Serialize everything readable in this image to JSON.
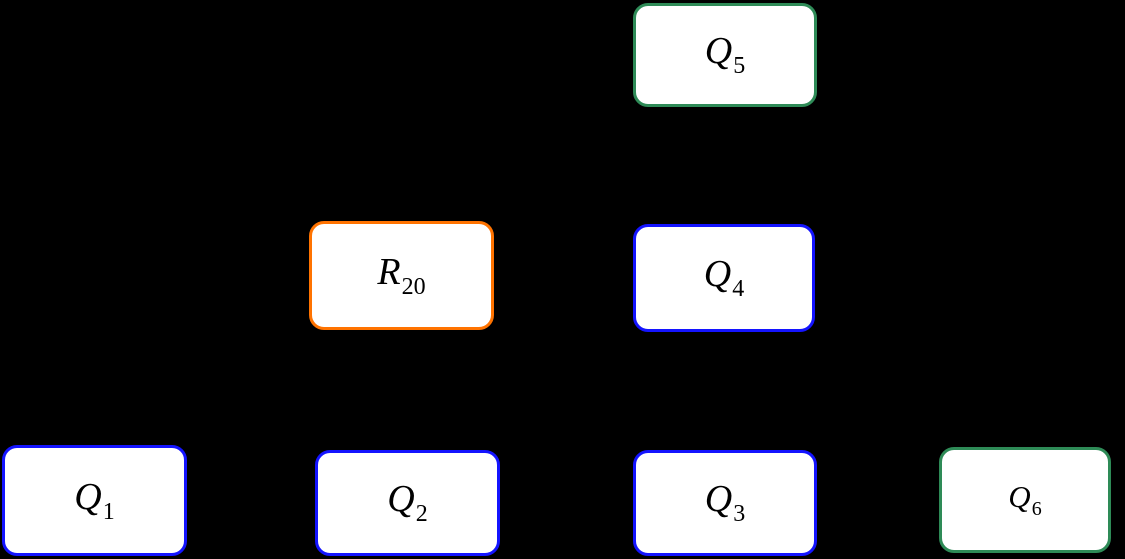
{
  "diagram": {
    "background_color": "#000000",
    "node_fill": "#ffffff",
    "label_color": "#000000",
    "border_colors": {
      "blue": "#1414ff",
      "orange": "#ff7300",
      "green": "#2e8b57"
    },
    "nodes": [
      {
        "id": "Q5",
        "letter": "Q",
        "subscript": "5",
        "border_color": "#2e8b57"
      },
      {
        "id": "R20",
        "letter": "R",
        "subscript": "20",
        "border_color": "#ff7300"
      },
      {
        "id": "Q4",
        "letter": "Q",
        "subscript": "4",
        "border_color": "#1414ff"
      },
      {
        "id": "Q1",
        "letter": "Q",
        "subscript": "1",
        "border_color": "#1414ff"
      },
      {
        "id": "Q2",
        "letter": "Q",
        "subscript": "2",
        "border_color": "#1414ff"
      },
      {
        "id": "Q3",
        "letter": "Q",
        "subscript": "3",
        "border_color": "#1414ff"
      },
      {
        "id": "Q6",
        "letter": "Q",
        "subscript": "6",
        "border_color": "#2e8b57"
      }
    ]
  }
}
